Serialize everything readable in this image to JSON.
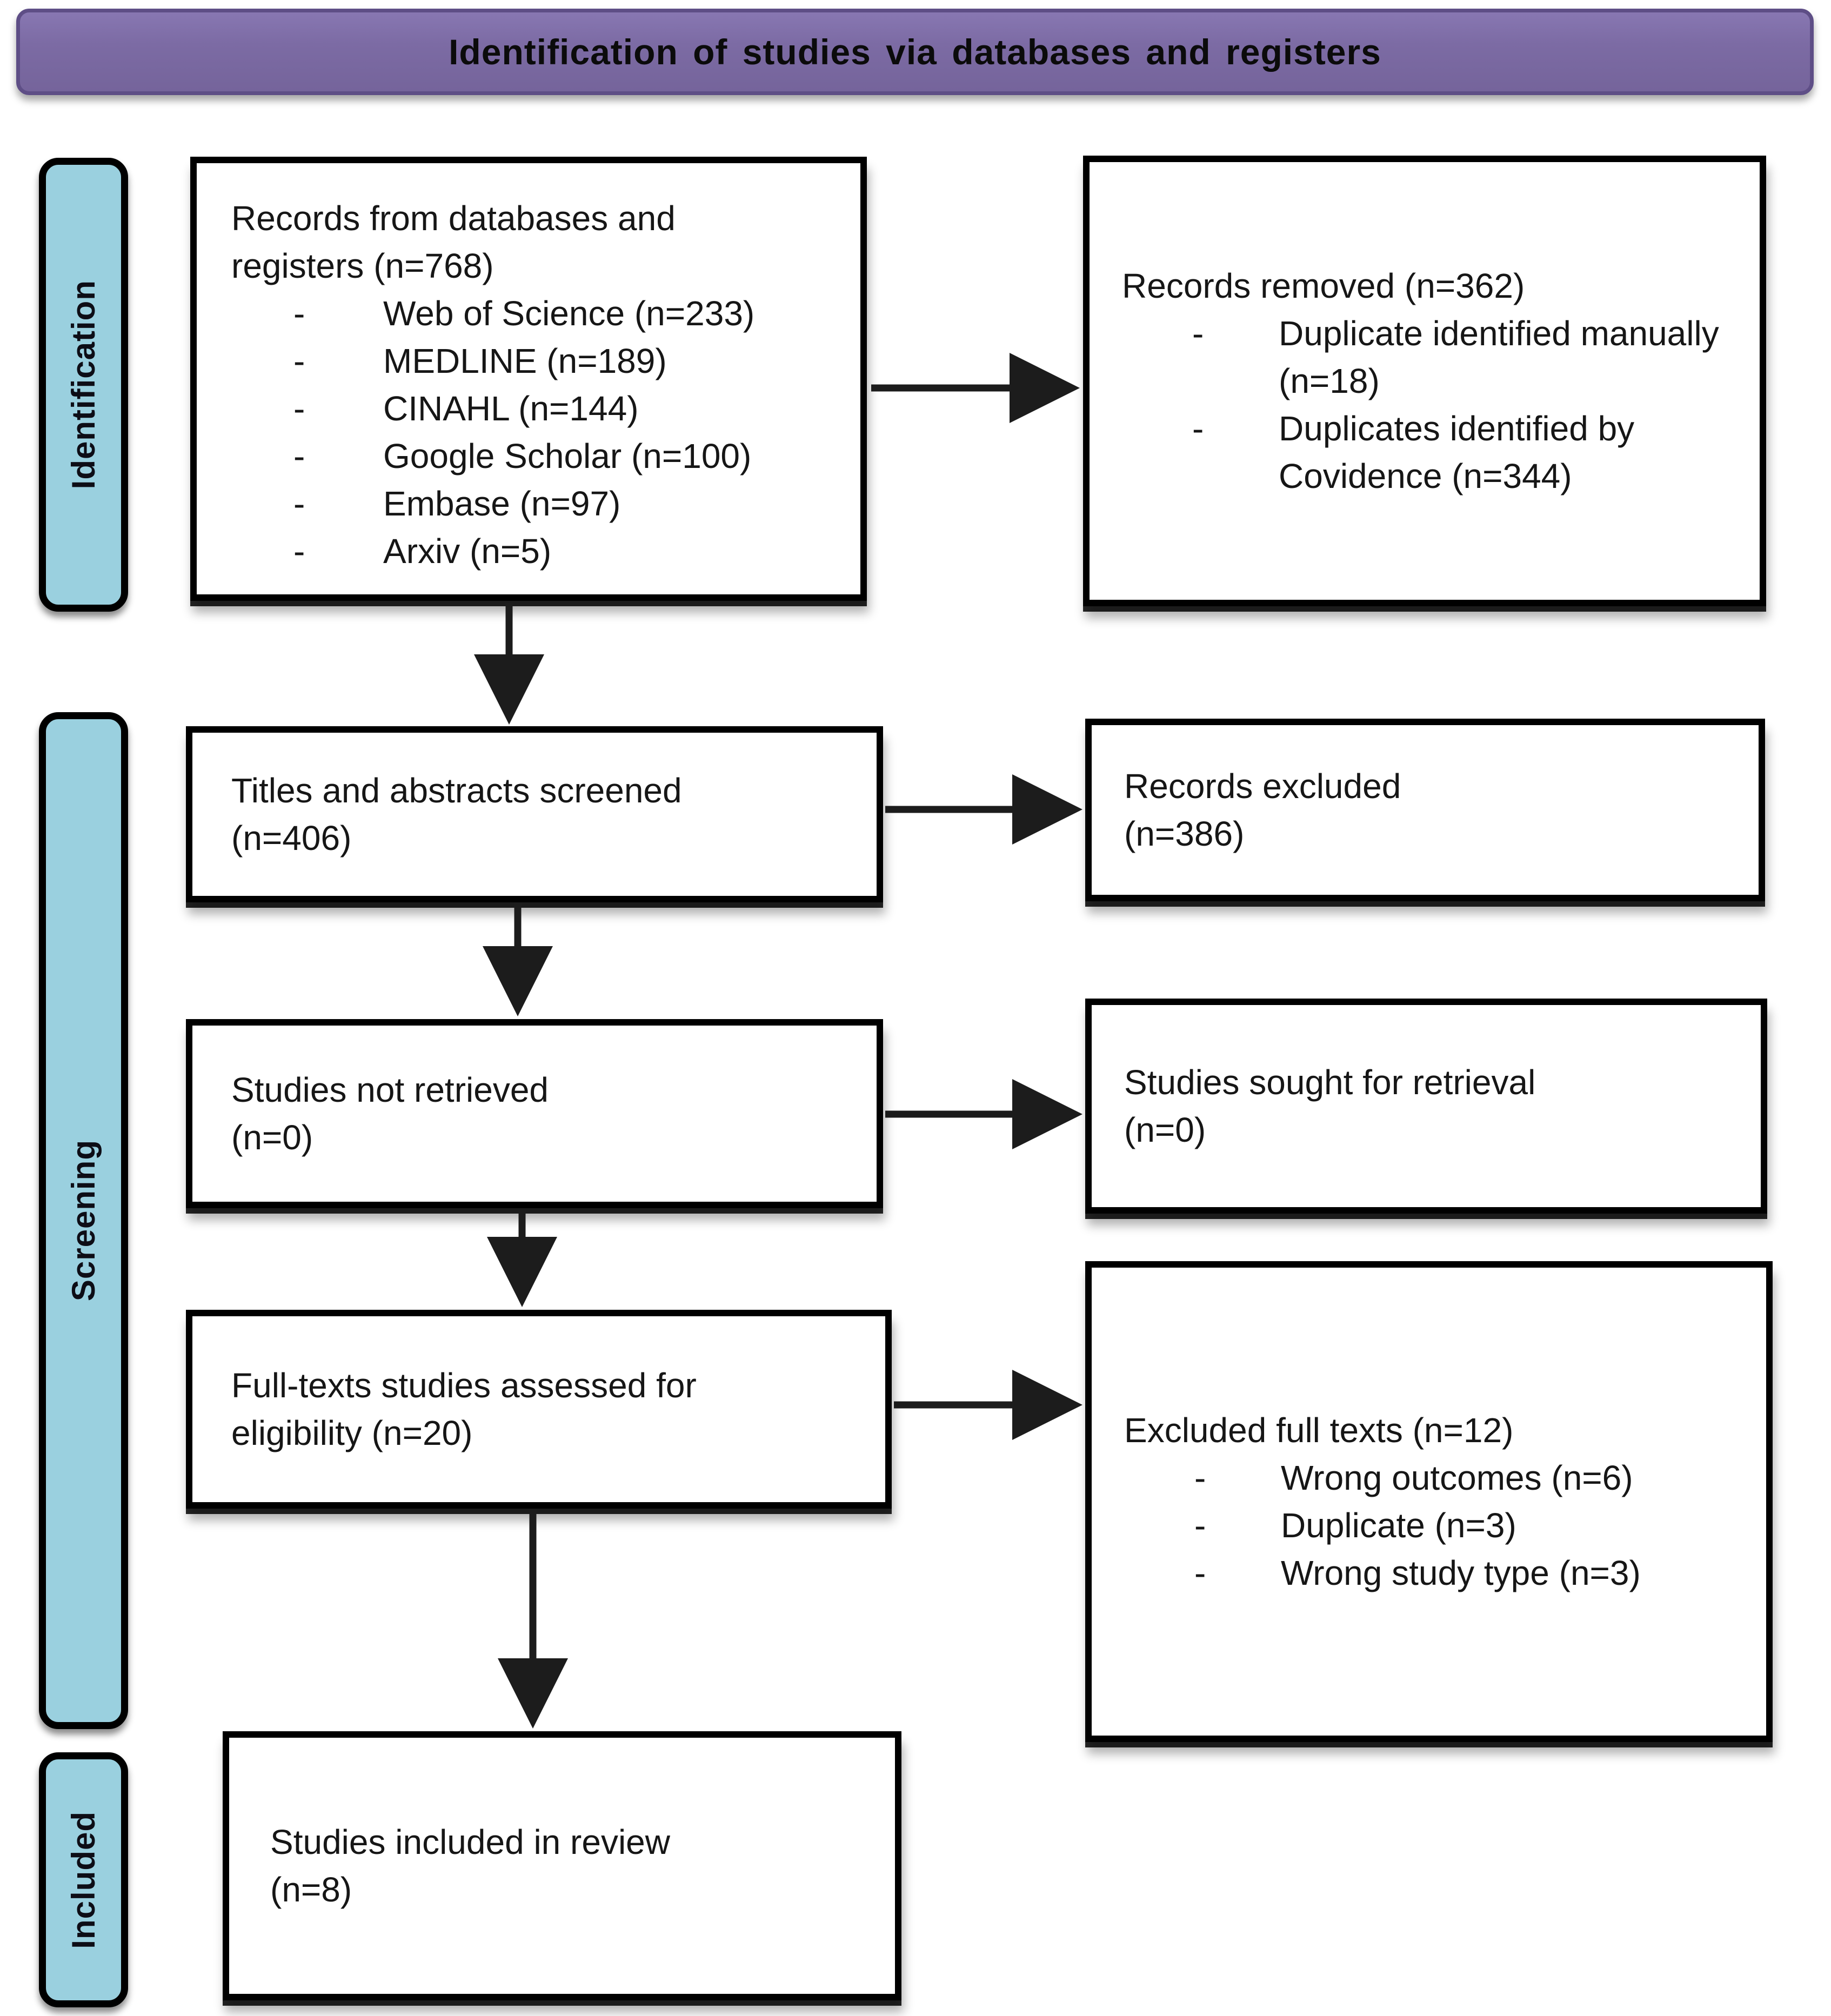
{
  "banner": {
    "title": "Identification of studies via databases and registers"
  },
  "bullet": "-",
  "stages": {
    "identification": "Identification",
    "screening": "Screening",
    "included": "Included"
  },
  "flow": {
    "records": {
      "title": [
        "Records from databases and",
        "registers (n=768)"
      ],
      "items": [
        "Web of Science (n=233)",
        "MEDLINE (n=189)",
        "CINAHL (n=144)",
        "Google Scholar (n=100)",
        "Embase (n=97)",
        "Arxiv (n=5)"
      ]
    },
    "records_removed": {
      "title": [
        "Records removed (n=362)"
      ],
      "items": [
        "Duplicate identified manually (n=18)",
        "Duplicates identified by Covidence (n=344)"
      ]
    },
    "titles_screened": {
      "title": [
        "Titles and abstracts screened",
        "(n=406)"
      ]
    },
    "records_excluded": {
      "title": [
        "Records excluded",
        "(n=386)"
      ]
    },
    "not_retrieved": {
      "title": [
        "Studies not retrieved",
        "(n=0)"
      ]
    },
    "sought_retrieval": {
      "title": [
        "Studies sought for retrieval",
        "(n=0)"
      ]
    },
    "fulltext_assessed": {
      "title": [
        "Full-texts studies assessed for",
        "eligibility (n=20)"
      ]
    },
    "fulltext_excluded": {
      "title": [
        "Excluded full texts (n=12)"
      ],
      "items": [
        "Wrong outcomes (n=6)",
        "Duplicate (n=3)",
        "Wrong study type (n=3)"
      ]
    },
    "included_review": {
      "title": [
        "Studies included in review",
        "(n=8)"
      ]
    }
  },
  "colors": {
    "banner_fill": "#7C6BA4",
    "banner_fill_light": "#8877B2",
    "banner_border": "#5E4E86",
    "stage_fill": "#9AD0DF",
    "box_border": "#000000",
    "arrow": "#1C1C1C",
    "text": "#111111",
    "background": "#FFFFFF"
  }
}
